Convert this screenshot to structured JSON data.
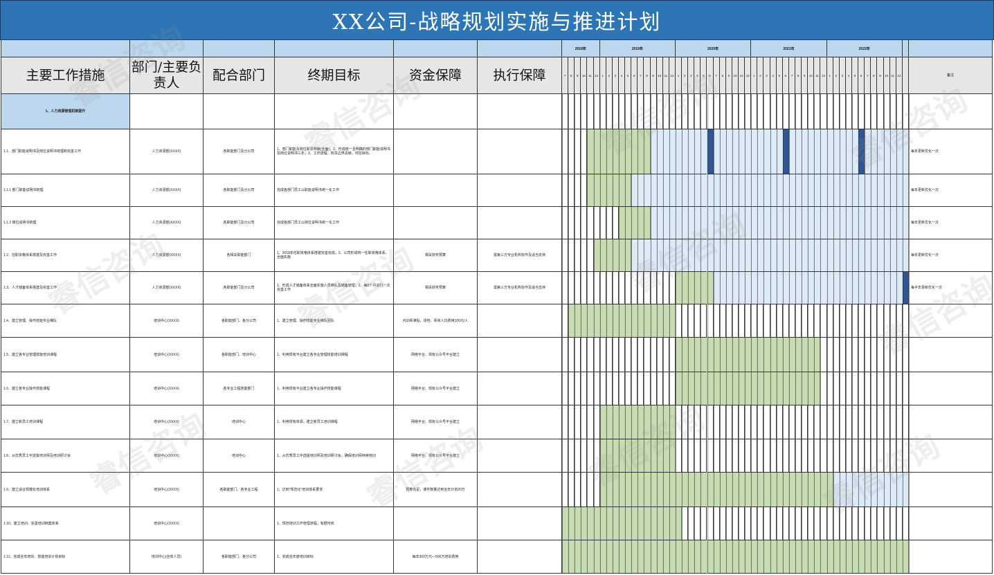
{
  "title": "XX公司-战略规划实施与推进计划",
  "headers": {
    "measure": "主要工作措施",
    "owner": "部门/主要负责人",
    "coop": "配合部门",
    "goal": "终期目标",
    "fund": "资金保障",
    "exec": "执行保障",
    "remark": "备注"
  },
  "years": [
    "2018年",
    "2019年",
    "2020年",
    "2021年",
    "2022年"
  ],
  "months_2018": [
    "7",
    "8",
    "9",
    "10",
    "11",
    "12"
  ],
  "months_full": [
    "1",
    "2",
    "3",
    "4",
    "5",
    "6",
    "7",
    "8",
    "9",
    "10",
    "11",
    "12"
  ],
  "watermark": "睿信咨询",
  "colors": {
    "title_bg": "#2e75b6",
    "plan_green": "#c5dbae",
    "plan_blue": "#dce9f7",
    "milestone": "#2f5597",
    "section_bg": "#bdd7ee",
    "header_bg": "#e7e6e6"
  },
  "section": {
    "label": "1、人力资源管理机制提升"
  },
  "rows": [
    {
      "measure": "1.1、部门职能说明书及岗位说明书梳理和完善工作",
      "owner": "人力资源部(XXXX)",
      "coop": "各职能部门及分公司",
      "goal": "1、部门职能及岗位职责明晰(全面)；2、形成统一且明确的部门职能说明书及岗位说明书三年；3、工作流程、权责边界清晰，可控目标。",
      "fund": "",
      "exec": "",
      "remark": "每年更新优化一次"
    },
    {
      "measure": "1.1.1 部门职能说明书梳理",
      "owner": "人力资源部(XXXX)",
      "coop": "各职能部门及分公司",
      "goal": "完成各部门员工以职能说明书统一化工作",
      "fund": "",
      "exec": "",
      "remark": "每年更新优化一次"
    },
    {
      "measure": "1.1.2 岗位说明书梳理",
      "owner": "人力资源部(XXXX)",
      "coop": "各职能部门及分公司",
      "goal": "完成各部门员工以岗位说明书统一化工作",
      "fund": "",
      "exec": "",
      "remark": "每年更新优化一次"
    },
    {
      "measure": "1.2、任职资格体系搭建及完善工作",
      "owner": "人力资源部(XXXX)",
      "coop": "各相关职能部门",
      "goal": "1、2018年任职资格体系搭建完善完成；2、公司形成统一任职资格体系，全面实施",
      "fund": "相关财务预算",
      "exec": "需第三方专业机构协作及适当支持",
      "remark": "每年更新优化一次"
    },
    {
      "measure": "1.3、人才储备体系搭建及完善工作",
      "owner": "人力资源部(XXXX)",
      "coop": "各职能部门及分公司",
      "goal": "1、形成人才储备体系全面实施人员梯队及储备管理；2、每6个月进行一次完善工作",
      "fund": "相关财务预算",
      "exec": "需第三方专业机构协作及适当支持",
      "remark": "每半年更新优化一次"
    },
    {
      "measure": "1.4、建立管理、操作技能专业梯队",
      "owner": "培训中心(XXXX)",
      "coop": "各职能部门、各分公司",
      "goal": "1、建立管理、操作技能专业梯队团队",
      "fund": "内训师津贴、场地、师资人均费用100元/人",
      "exec": "",
      "remark": ""
    },
    {
      "measure": "1.5、建立各专业管理技能培训课程",
      "owner": "培训中心(XXXX)",
      "coop": "各职能部门、培训中心",
      "goal": "1、利用现有平台建立各专业管理技能培训课程",
      "fund": "网络平台、现有公众号平台建立",
      "exec": "",
      "remark": ""
    },
    {
      "measure": "1.6、建立各专业操作技能课程",
      "owner": "培训中心(XXXX)",
      "coop": "各专业工程技能部门",
      "goal": "1、利用现有平台建立各专业操作技能课程",
      "fund": "网络平台、现有公众号平台建立",
      "exec": "",
      "remark": ""
    },
    {
      "measure": "1.7、建立新员工培训课程",
      "owner": "培训中心(XXXX)",
      "coop": "培训中心",
      "goal": "1、利用现有资源，建立新员工培训课程",
      "fund": "网络平台、现有公众号平台建立",
      "exec": "",
      "remark": ""
    },
    {
      "measure": "1.8、从优秀员工中选拔培训师及培训研讨会",
      "owner": "培训中心(XXXX)",
      "coop": "培训中心",
      "goal": "1、从优秀员工中选拔培训师及培训研讨会，确保培训师持续培训",
      "fund": "网络平台、现有公众号平台建立",
      "exec": "",
      "remark": ""
    },
    {
      "measure": "1.9、建立适合规模化培训体系",
      "owner": "培训中心(XXXX)",
      "coop": "各职能部门、各专业工程",
      "goal": "1、达到“规范化”培训体系要求",
      "fund": "预算充足，课件数量达到全年计划20万",
      "exec": "",
      "remark": ""
    },
    {
      "measure": "1.10、建立培训、完善培训档案体系",
      "owner": "培训中心(XXXX)",
      "coop": "",
      "goal": "1、规范培训工作管理流程，有据可依",
      "fund": "",
      "exec": "",
      "remark": ""
    },
    {
      "measure": "1.11、完成全年培训、技能培训计划目标",
      "owner": "培训中心(全体人员)",
      "coop": "各职能部门、各分公司",
      "goal": "1、完成全年度培训目标",
      "fund": "每年300万元—500万培训费用",
      "exec": "",
      "remark": ""
    }
  ],
  "bars": [
    [],
    [
      {
        "c": "g",
        "s": 4,
        "e": 13
      },
      {
        "c": "b",
        "s": 14,
        "e": 54
      },
      {
        "c": "m",
        "s": 23
      },
      {
        "c": "m",
        "s": 35
      },
      {
        "c": "m",
        "s": 47
      }
    ],
    [
      {
        "c": "g",
        "s": 4,
        "e": 10
      },
      {
        "c": "b",
        "s": 11,
        "e": 54
      }
    ],
    [
      {
        "c": "g",
        "s": 9,
        "e": 13
      },
      {
        "c": "b",
        "s": 14,
        "e": 54
      }
    ],
    [
      {
        "c": "g",
        "s": 5,
        "e": 10
      },
      {
        "c": "b",
        "s": 11,
        "e": 54
      }
    ],
    [
      {
        "c": "g",
        "s": 18,
        "e": 23
      },
      {
        "c": "b",
        "s": 24,
        "e": 54
      },
      {
        "c": "m",
        "s": 54
      }
    ],
    [
      {
        "c": "g",
        "s": 1,
        "e": 17
      }
    ],
    [
      {
        "c": "g",
        "s": 18,
        "e": 40
      }
    ],
    [
      {
        "c": "g",
        "s": 18,
        "e": 40
      }
    ],
    [
      {
        "c": "g",
        "s": 6,
        "e": 17
      }
    ],
    [
      {
        "c": "g",
        "s": 6,
        "e": 17
      }
    ],
    [
      {
        "c": "g",
        "s": 6,
        "e": 42
      },
      {
        "c": "b",
        "s": 43,
        "e": 54
      }
    ],
    [
      {
        "c": "g",
        "s": 0,
        "e": 18
      }
    ],
    [
      {
        "c": "g",
        "s": 0,
        "e": 54
      }
    ]
  ]
}
